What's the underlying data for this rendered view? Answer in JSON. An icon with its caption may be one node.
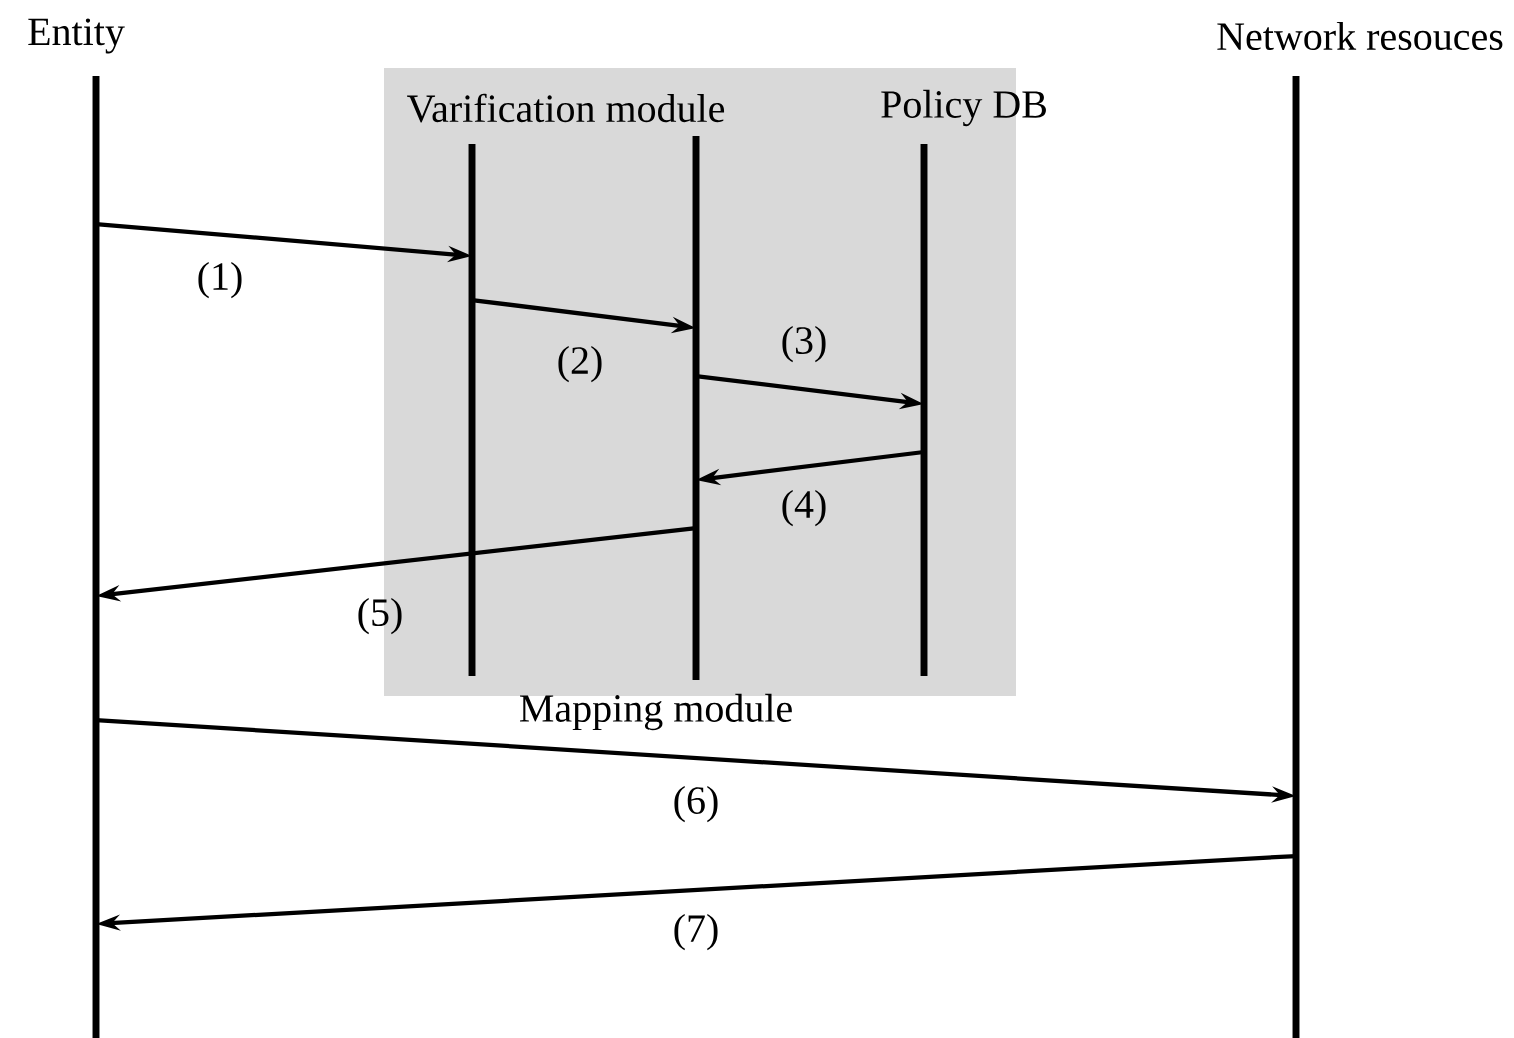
{
  "diagram": {
    "nodes": [
      {
        "text": [
          "Entity"
        ]
      },
      {
        "text": [
          "Mapping module"
        ]
      },
      {
        "text": [
          "Varification module"
        ],
        "in": 1
      },
      {
        "text": [],
        "shape": "line",
        "in": 1
      },
      {
        "text": [
          "Policy DB"
        ],
        "in": 1
      },
      {
        "text": [
          "Network resouces"
        ]
      }
    ],
    "edges": [
      {
        "from": 0,
        "to": 2,
        "arrow": "to",
        "label": "(1)"
      },
      {
        "from": 2,
        "to": 3,
        "arrow": "to",
        "label": "(2)"
      },
      {
        "from": 3,
        "to": 4,
        "arrow": "to",
        "label": "(3)"
      },
      {
        "from": 4,
        "to": 3,
        "arrow": "to",
        "label": "(4)"
      },
      {
        "from": 3,
        "to": 0,
        "arrow": "to",
        "label": "(5)"
      },
      {
        "from": 0,
        "to": 5,
        "arrow": "to",
        "label": "(6)"
      },
      {
        "from": 5,
        "to": 0,
        "arrow": "to",
        "label": "(7)"
      }
    ]
  }
}
